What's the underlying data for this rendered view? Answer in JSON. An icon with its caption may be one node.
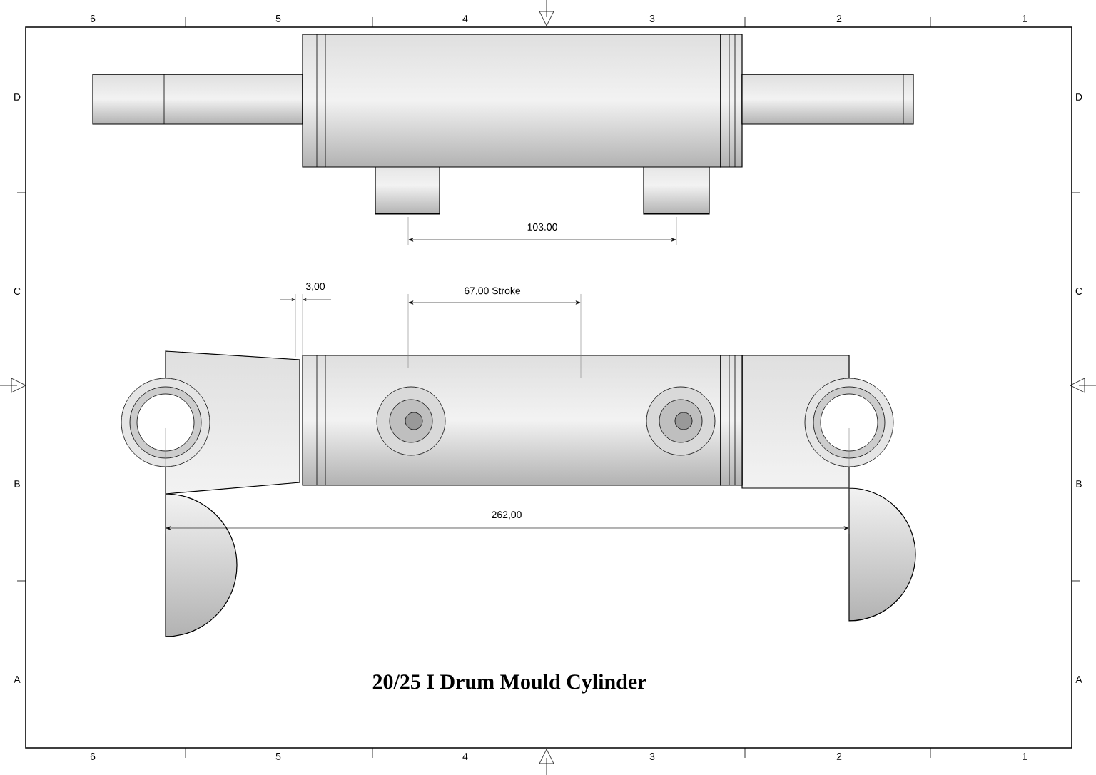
{
  "diagram": {
    "title": "20/25 I Drum Mould Cylinder",
    "labels": [
      "6",
      "5",
      "4",
      "3",
      "2",
      "1",
      "D",
      "D",
      "103.00",
      "3,00",
      "C",
      "67,00 Stroke",
      "C",
      "B",
      "B",
      "262,00",
      "A",
      "A",
      "6",
      "5",
      "4",
      "3",
      "2",
      "1"
    ]
  }
}
